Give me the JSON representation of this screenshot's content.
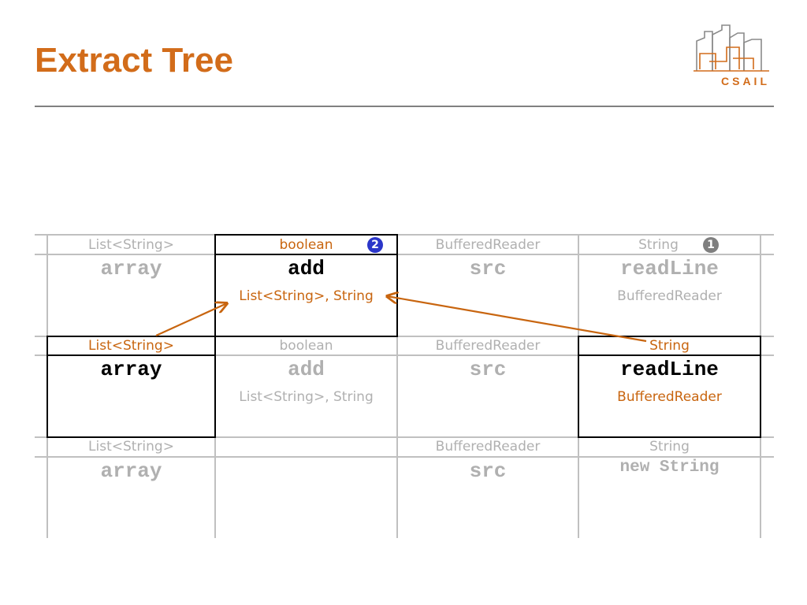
{
  "slide": {
    "title": "Extract Tree",
    "logo_text": "CSAIL"
  },
  "rows": [
    [
      {
        "type": "List<String>",
        "name": "array",
        "args": ""
      },
      {
        "type": "boolean",
        "name": "add",
        "args": "List<String>, String",
        "badge": "2"
      },
      {
        "type": "BufferedReader",
        "name": "src",
        "args": ""
      },
      {
        "type": "String",
        "name": "readLine",
        "args": "BufferedReader",
        "badge": "1"
      }
    ],
    [
      {
        "type": "List<String>",
        "name": "array",
        "args": ""
      },
      {
        "type": "boolean",
        "name": "add",
        "args": "List<String>, String"
      },
      {
        "type": "BufferedReader",
        "name": "src",
        "args": ""
      },
      {
        "type": "String",
        "name": "readLine",
        "args": "BufferedReader"
      }
    ],
    [
      {
        "type": "List<String>",
        "name": "array",
        "args": ""
      },
      {
        "type": "",
        "name": "",
        "args": ""
      },
      {
        "type": "BufferedReader",
        "name": "src",
        "args": ""
      },
      {
        "type": "String",
        "name": "new String",
        "args": ""
      }
    ]
  ],
  "colors": {
    "accent": "#c8650f",
    "title": "#d26c1a",
    "grid": "#c0c0c0",
    "faded_text": "#b0b0b0",
    "badge_1": "#7f7f7f",
    "badge_2": "#2b36c9"
  },
  "icons": [
    "csail-logo-icon",
    "badge-1-icon",
    "badge-2-icon",
    "arrow-icon"
  ]
}
